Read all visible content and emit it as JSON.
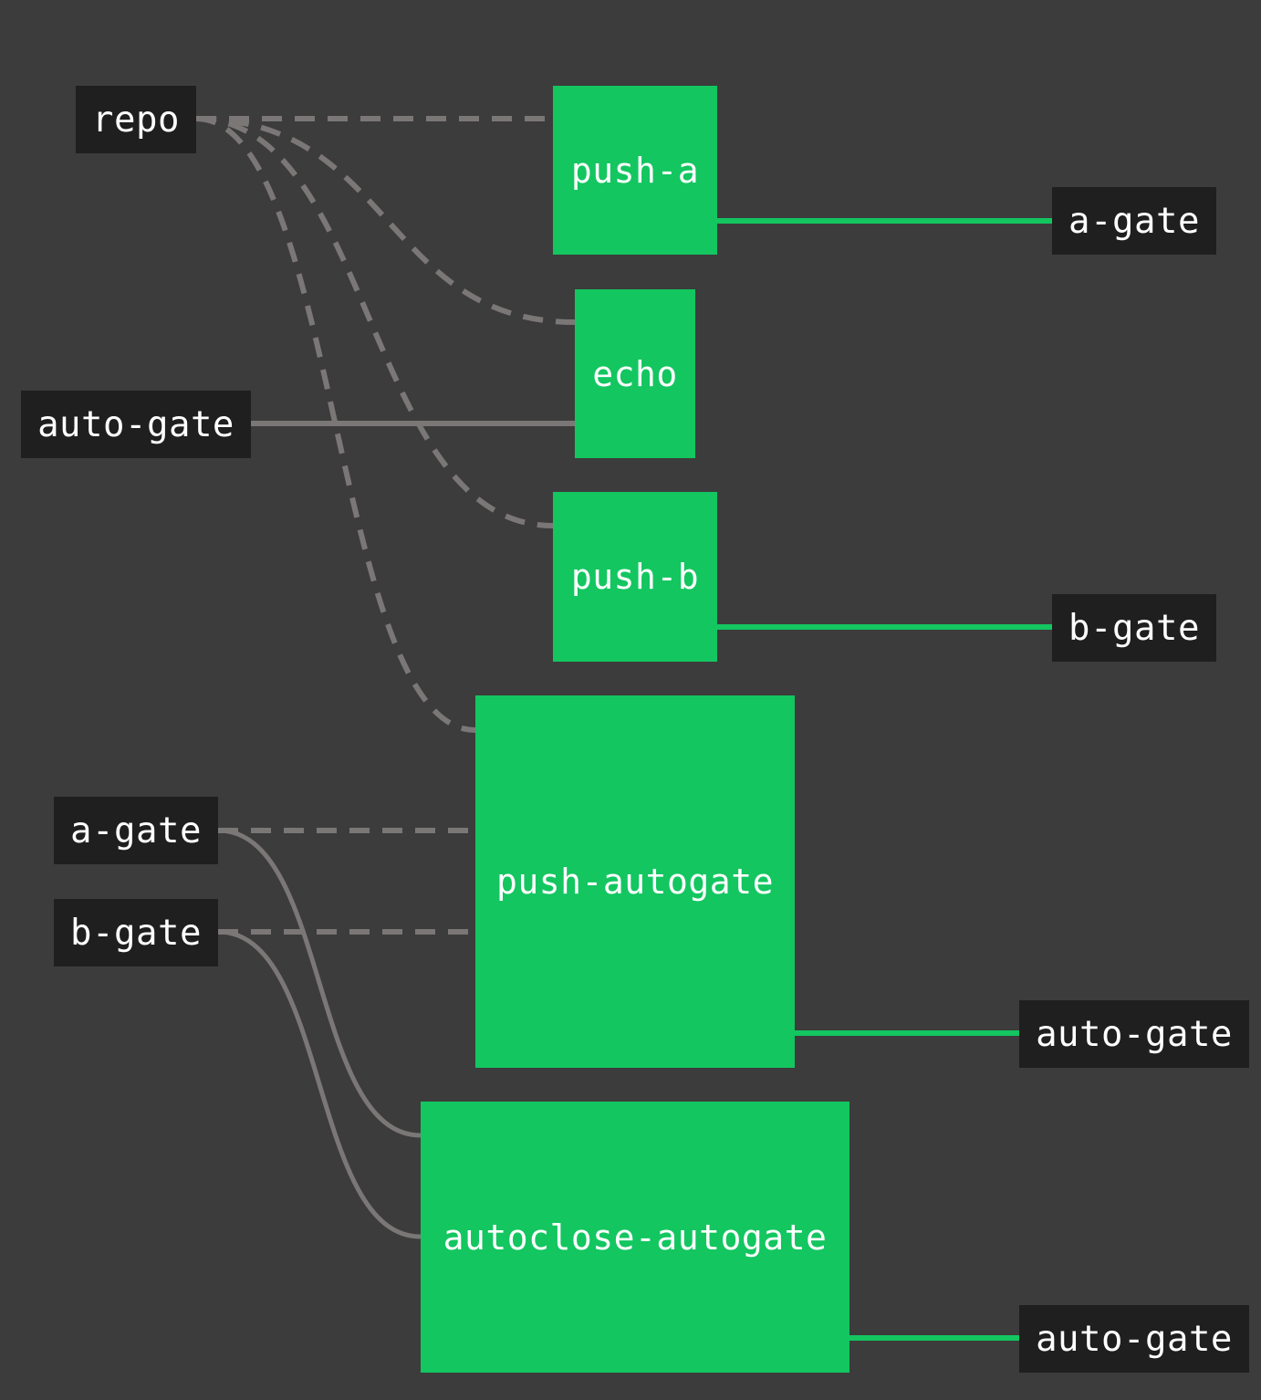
{
  "colors": {
    "background": "#3c3c3c",
    "resource_box": "#1f1f1f",
    "job_box": "#13c660",
    "edge_input": "#7b7777",
    "edge_output": "#13c660",
    "text": "#ffffff"
  },
  "inputs": {
    "repo": "repo",
    "auto_gate_echo": "auto-gate",
    "a_gate_in": "a-gate",
    "b_gate_in": "b-gate"
  },
  "jobs": {
    "push_a": "push-a",
    "echo": "echo",
    "push_b": "push-b",
    "push_autogate": "push-autogate",
    "autoclose_autogate": "autoclose-autogate"
  },
  "outputs": {
    "a_gate_out": "a-gate",
    "b_gate_out": "b-gate",
    "auto_gate_out_1": "auto-gate",
    "auto_gate_out_2": "auto-gate"
  },
  "edges": [
    {
      "from": "repo",
      "to": "push-a",
      "style": "dashed"
    },
    {
      "from": "repo",
      "to": "echo",
      "style": "dashed"
    },
    {
      "from": "repo",
      "to": "push-b",
      "style": "dashed"
    },
    {
      "from": "repo",
      "to": "push-autogate",
      "style": "dashed"
    },
    {
      "from": "auto-gate",
      "to": "echo",
      "style": "solid"
    },
    {
      "from": "a-gate",
      "to": "push-autogate",
      "style": "dashed"
    },
    {
      "from": "b-gate",
      "to": "push-autogate",
      "style": "dashed"
    },
    {
      "from": "a-gate",
      "to": "autoclose-autogate",
      "style": "solid"
    },
    {
      "from": "b-gate",
      "to": "autoclose-autogate",
      "style": "solid"
    },
    {
      "from": "push-a",
      "to": "a-gate",
      "style": "output"
    },
    {
      "from": "push-b",
      "to": "b-gate",
      "style": "output"
    },
    {
      "from": "push-autogate",
      "to": "auto-gate",
      "style": "output"
    },
    {
      "from": "autoclose-autogate",
      "to": "auto-gate",
      "style": "output"
    }
  ]
}
